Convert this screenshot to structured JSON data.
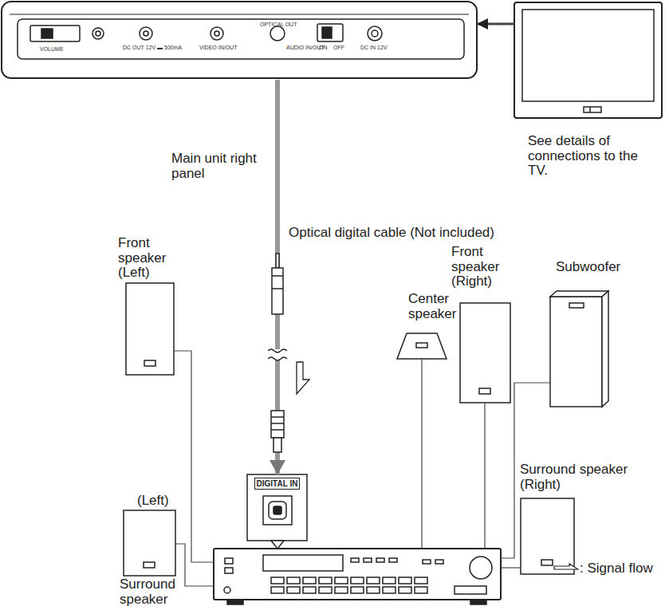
{
  "diagram": {
    "nodes": [
      {
        "text": [
          "Main unit right panel"
        ]
      },
      {
        "text": [
          "See details of connections to the TV."
        ]
      },
      {
        "text": [
          "Front speaker (Left)"
        ]
      },
      {
        "text": [
          "Center speaker"
        ]
      },
      {
        "text": [
          "Front speaker (Right)"
        ]
      },
      {
        "text": [
          "Subwoofer"
        ]
      },
      {
        "text": [
          "DIGITAL IN"
        ]
      },
      {
        "text": [
          "(Left)",
          "Surround speaker"
        ]
      },
      {
        "text": [
          "Surround speaker (Right)"
        ]
      }
    ],
    "edges": [
      {
        "from": 1,
        "to": 0,
        "arrow": "to"
      },
      {
        "from": 0,
        "to": 6,
        "label": "Optical digital cable (Not included)",
        "arrow": "to"
      },
      {
        "from": 2,
        "to": 6,
        "arrow": "none"
      },
      {
        "from": 3,
        "to": 6,
        "arrow": "none"
      },
      {
        "from": 4,
        "to": 6,
        "arrow": "none"
      },
      {
        "from": 5,
        "to": 6,
        "arrow": "none"
      },
      {
        "from": 7,
        "to": 6,
        "arrow": "none"
      },
      {
        "from": 8,
        "to": 6,
        "arrow": "none"
      }
    ],
    "labels": [
      "VOLUME",
      "DC OUT 12V ▬ 500mA",
      "VIDEO IN/OUT",
      "OPTICAL OUT",
      "AUDIO IN/OUT",
      "ON",
      "OFF",
      "DC IN 12V"
    ],
    "legend": [
      {
        "text": ": Signal flow"
      }
    ]
  }
}
